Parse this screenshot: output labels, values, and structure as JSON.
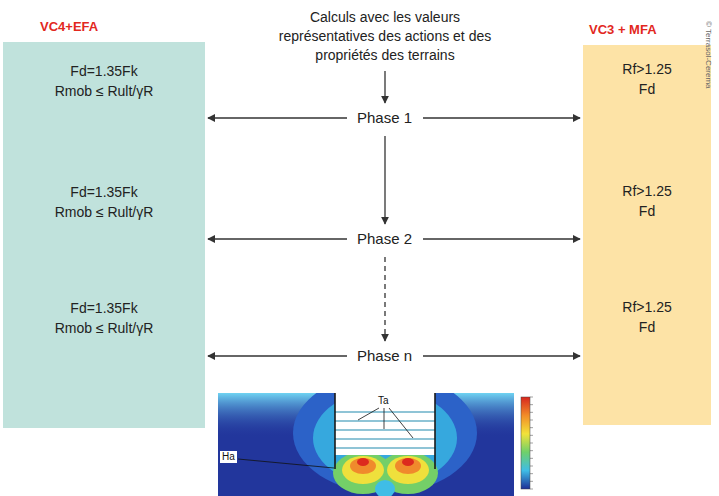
{
  "diagram": {
    "nodes": [
      {
        "text": [
          "Calculs avec les valeurs représentatives des actions et des propriétés des terrains"
        ]
      },
      {
        "text": [
          "VC4+EFA",
          "Fd=1.35Fk",
          "Rmob ≤ Rult/γR",
          "Fd=1.35Fk",
          "Rmob ≤ Rult/γR",
          "Fd=1.35Fk",
          "Rmob ≤ Rult/γR"
        ]
      },
      {
        "text": [
          "VC3 + MFA",
          "Rf>1.25 Fd",
          "Rf>1.25 Fd",
          "Rf>1.25 Fd"
        ]
      },
      {
        "text": [
          "Phase 1"
        ]
      },
      {
        "text": [
          "Phase 2"
        ]
      },
      {
        "text": [
          "Phase n"
        ]
      }
    ],
    "edges": [
      {
        "from": 0,
        "to": 3,
        "arrow": "to"
      },
      {
        "from": 3,
        "to": 1,
        "arrow": "to"
      },
      {
        "from": 3,
        "to": 2,
        "arrow": "to"
      },
      {
        "from": 3,
        "to": 4,
        "arrow": "to"
      },
      {
        "from": 4,
        "to": 1,
        "arrow": "to"
      },
      {
        "from": 4,
        "to": 2,
        "arrow": "to"
      },
      {
        "from": 4,
        "to": 5,
        "arrow": "to"
      },
      {
        "from": 5,
        "to": 1,
        "arrow": "to"
      },
      {
        "from": 5,
        "to": 2,
        "arrow": "to"
      }
    ],
    "labels": [
      "Ta",
      "Ha",
      "© Terrasol-Cerema"
    ]
  }
}
